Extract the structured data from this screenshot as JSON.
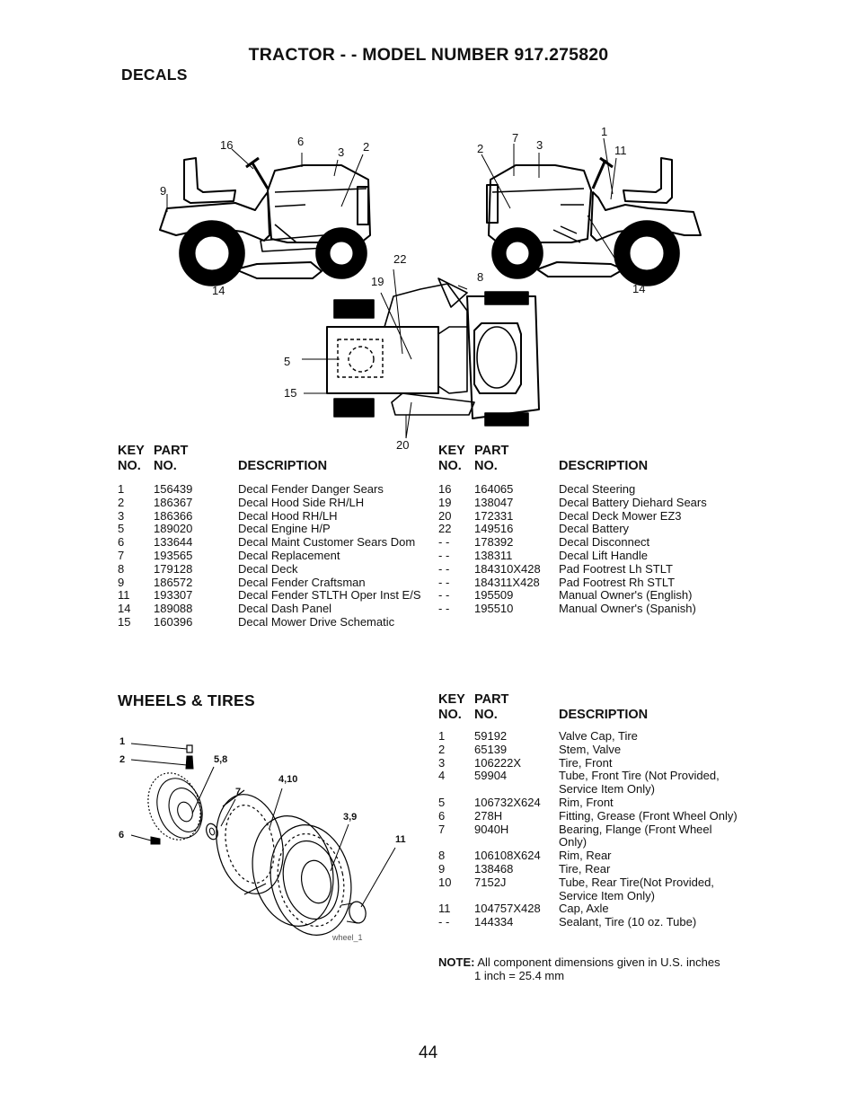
{
  "title": "TRACTOR - - MODEL NUMBER 917.275820",
  "decals": {
    "heading": "DECALS",
    "callouts": {
      "c16": "16",
      "c6": "6",
      "c3a": "3",
      "c2a": "2",
      "c9": "9",
      "c14a": "14",
      "c7": "7",
      "c2b": "2",
      "c3b": "3",
      "c1": "1",
      "c11": "11",
      "c14b": "14",
      "c22": "22",
      "c19": "19",
      "c8": "8",
      "c5": "5",
      "c15": "15",
      "c20": "20"
    },
    "headers": {
      "key": "KEY",
      "no": "NO.",
      "part": "PART",
      "partno": "NO.",
      "desc": "DESCRIPTION"
    },
    "left_rows": [
      {
        "key": "1",
        "part": "156439",
        "desc": "Decal Fender Danger Sears"
      },
      {
        "key": "2",
        "part": "186367",
        "desc": "Decal Hood Side RH/LH"
      },
      {
        "key": "3",
        "part": "186366",
        "desc": "Decal Hood RH/LH"
      },
      {
        "key": "5",
        "part": "189020",
        "desc": "Decal Engine H/P"
      },
      {
        "key": "6",
        "part": "133644",
        "desc": "Decal Maint Customer Sears Dom"
      },
      {
        "key": "7",
        "part": "193565",
        "desc": "Decal Replacement"
      },
      {
        "key": "8",
        "part": "179128",
        "desc": "Decal Deck"
      },
      {
        "key": "9",
        "part": "186572",
        "desc": "Decal Fender Craftsman"
      },
      {
        "key": "11",
        "part": "193307",
        "desc": "Decal Fender STLTH Oper Inst E/S"
      },
      {
        "key": "14",
        "part": "189088",
        "desc": "Decal Dash Panel"
      },
      {
        "key": "15",
        "part": "160396",
        "desc": "Decal Mower Drive Schematic"
      }
    ],
    "right_rows": [
      {
        "key": "16",
        "part": "164065",
        "desc": "Decal Steering"
      },
      {
        "key": "19",
        "part": "138047",
        "desc": "Decal Battery Diehard Sears"
      },
      {
        "key": "20",
        "part": "172331",
        "desc": "Decal Deck Mower EZ3"
      },
      {
        "key": "22",
        "part": "149516",
        "desc": "Decal Battery"
      },
      {
        "key": "- -",
        "part": "178392",
        "desc": "Decal Disconnect"
      },
      {
        "key": "- -",
        "part": "138311",
        "desc": "Decal Lift Handle"
      },
      {
        "key": "- -",
        "part": "184310X428",
        "desc": "Pad Footrest Lh STLT"
      },
      {
        "key": "- -",
        "part": "184311X428",
        "desc": "Pad Footrest Rh STLT"
      },
      {
        "key": "- -",
        "part": "195509",
        "desc": "Manual Owner's (English)"
      },
      {
        "key": "- -",
        "part": "195510",
        "desc": "Manual Owner's (Spanish)"
      }
    ]
  },
  "wheels": {
    "heading": "WHEELS & TIRES",
    "callouts": {
      "w1": "1",
      "w2": "2",
      "w58": "5,8",
      "w7": "7",
      "w410": "4,10",
      "w39": "3,9",
      "w11": "11",
      "w6": "6",
      "fig": "wheel_1"
    },
    "rows": [
      {
        "key": "1",
        "part": "59192",
        "desc": [
          "Valve Cap, Tire"
        ]
      },
      {
        "key": "2",
        "part": "65139",
        "desc": [
          "Stem, Valve"
        ]
      },
      {
        "key": "3",
        "part": "106222X",
        "desc": [
          "Tire, Front"
        ]
      },
      {
        "key": "4",
        "part": "59904",
        "desc": [
          "Tube, Front Tire (Not Provided,",
          "Service Item Only)"
        ]
      },
      {
        "key": "5",
        "part": "106732X624",
        "desc": [
          "Rim, Front"
        ]
      },
      {
        "key": "6",
        "part": "278H",
        "desc": [
          "Fitting, Grease (Front Wheel Only)"
        ]
      },
      {
        "key": "7",
        "part": "9040H",
        "desc": [
          "Bearing, Flange (Front Wheel",
          "Only)"
        ]
      },
      {
        "key": "8",
        "part": "106108X624",
        "desc": [
          "Rim, Rear"
        ]
      },
      {
        "key": "9",
        "part": "138468",
        "desc": [
          "Tire, Rear"
        ]
      },
      {
        "key": "10",
        "part": "7152J",
        "desc": [
          "Tube, Rear Tire(Not Provided,",
          "Service Item Only)"
        ]
      },
      {
        "key": "11",
        "part": "104757X428",
        "desc": [
          "Cap, Axle"
        ]
      },
      {
        "key": "- -",
        "part": "144334",
        "desc": [
          "Sealant, Tire (10 oz. Tube)"
        ]
      }
    ]
  },
  "note": {
    "label": "NOTE:",
    "line1": "All component dimensions given in U.S. inches",
    "line2": "1 inch = 25.4 mm"
  },
  "page_number": "44"
}
